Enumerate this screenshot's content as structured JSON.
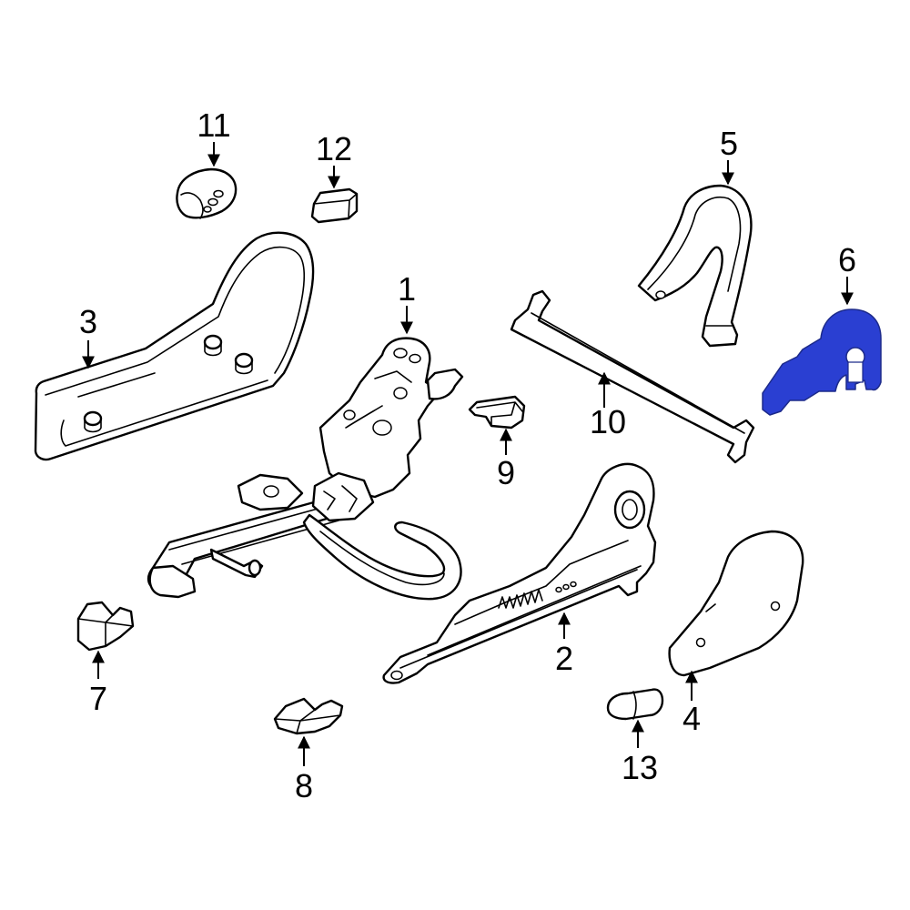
{
  "colors": {
    "highlight": "#2a3fd2",
    "highlight_stroke": "#1c2a8a",
    "line": "#000000",
    "background": "#ffffff"
  },
  "callouts": {
    "c1": "1",
    "c2": "2",
    "c3": "3",
    "c4": "4",
    "c5": "5",
    "c6": "6",
    "c7": "7",
    "c8": "8",
    "c9": "9",
    "c10": "10",
    "c11": "11",
    "c12": "12",
    "c13": "13"
  },
  "highlighted_part": "6"
}
